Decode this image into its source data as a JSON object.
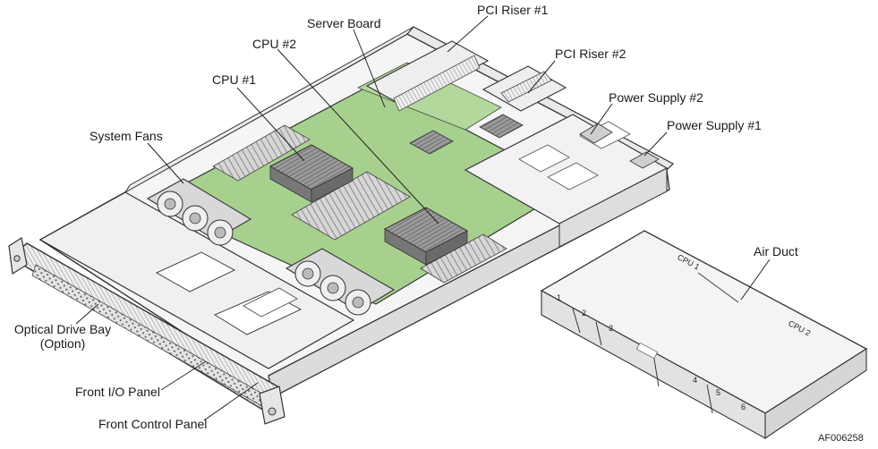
{
  "labels": {
    "server_board": "Server Board",
    "pci_riser_1": "PCI Riser #1",
    "cpu_2": "CPU #2",
    "pci_riser_2": "PCI Riser #2",
    "cpu_1": "CPU #1",
    "power_supply_2": "Power Supply #2",
    "power_supply_1": "Power Supply #1",
    "system_fans": "System Fans",
    "air_duct": "Air Duct",
    "optical_drive_bay": "Optical Drive Bay",
    "optical_drive_bay_note": "(Option)",
    "front_io_panel": "Front I/O Panel",
    "front_control_panel": "Front Control Panel"
  },
  "duct_marks": {
    "cpu1": "CPU 1",
    "cpu2": "CPU 2",
    "n1": "1",
    "n2": "2",
    "n3": "3",
    "n4": "4",
    "n5": "5",
    "n6": "6"
  },
  "figure_code": "AF006258",
  "colors": {
    "board_green": "#a7d08f",
    "chassis_fill": "#f4f4f4",
    "line": "#333333",
    "heatsink": "#8c8c8c",
    "dimm": "#bdbdbd"
  }
}
